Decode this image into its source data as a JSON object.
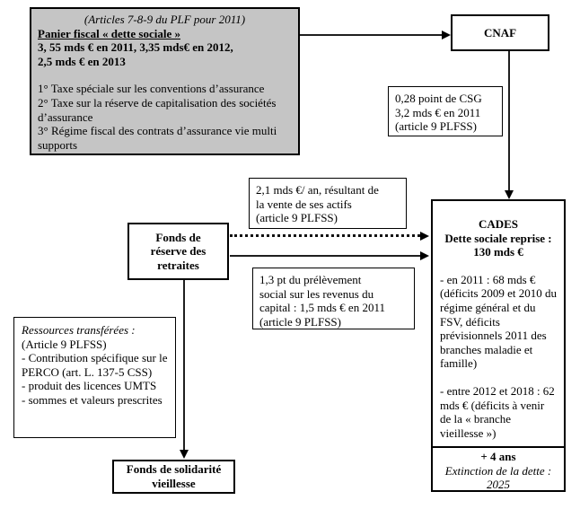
{
  "colors": {
    "background": "#ffffff",
    "gray_box_fill": "#c5c5c5",
    "border": "#000000"
  },
  "panier_box": {
    "heading": "(Articles 7-8-9 du PLF pour 2011)",
    "title": "Panier fiscal « dette sociale »",
    "amounts_line1": "3, 55 mds € en 2011, 3,35 mds€ en 2012,",
    "amounts_line2": "2,5 mds € en 2013",
    "items": [
      "1° Taxe spéciale sur les conventions d’assurance",
      "2° Taxe sur la réserve de capitalisation des sociétés d’assurance",
      "3° Régime fiscal des contrats d’assurance vie multi supports"
    ]
  },
  "cnaf_box": {
    "title": "CNAF"
  },
  "csg_label": {
    "lines": [
      "0,28 point de CSG",
      "3,2 mds € en 2011",
      "(article 9 PLFSS)"
    ]
  },
  "vente_actifs_label": {
    "lines": [
      "2,1 mds €/ an, résultant de",
      "la vente de ses actifs",
      "(article 9 PLFSS)"
    ]
  },
  "frr_box": {
    "lines": [
      "Fonds de",
      "réserve des",
      "retraites"
    ]
  },
  "prelevement_label": {
    "lines": [
      "1,3 pt du prélèvement",
      "social sur les revenus du",
      "capital : 1,5 mds € en 2011",
      "(article 9 PLFSS)"
    ]
  },
  "ressources_box": {
    "heading": "Ressources transférées :",
    "subheading": "(Article 9 PLFSS)",
    "items": [
      "- Contribution spécifique sur le PERCO (art. L. 137-5 CSS)",
      "- produit des licences UMTS",
      "- sommes et valeurs prescrites"
    ]
  },
  "cades_box": {
    "title": "CADES",
    "subtitle1": "Dette sociale reprise :",
    "subtitle2": "130 mds €",
    "para1": "- en 2011 : 68 mds € (déficits 2009 et 2010 du régime général et du FSV, déficits prévisionnels 2011 des branches maladie et famille)",
    "para2": "- entre 2012 et 2018 : 62 mds € (déficits à venir de la « branche vieillesse »)",
    "footer_line1": "+ 4 ans",
    "footer_line2": "Extinction de la dette :",
    "footer_line3": "2025"
  },
  "fsv_box": {
    "lines": [
      "Fonds de solidarité",
      "vieillesse"
    ]
  }
}
